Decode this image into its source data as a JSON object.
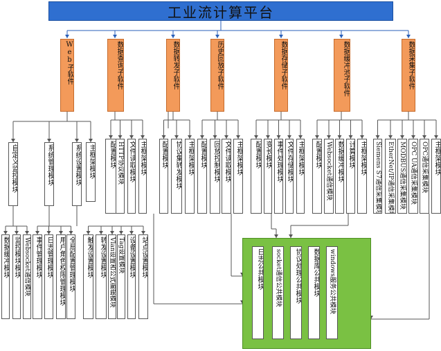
{
  "title": "工业流计算平台",
  "subsystems": [
    {
      "label": "Web子软件",
      "modules": [
        {
          "label": "自定义监控模块",
          "children": [
            "数据缓冲模块",
            "监控模块模块",
            "Websocket通信模块"
          ]
        },
        {
          "label": "系统管理模块",
          "children": [
            "事件管理模块",
            "日志管理模块",
            "用户角色权限管理模块",
            "全局配置管理模块"
          ]
        },
        {
          "label": "系统设置模块",
          "children": [
            "触发设置模块",
            "转发设置模块",
            "Vlan设置和公式编辑模块",
            "Tag设置模块",
            "设备设置模块",
            "站点设置模块"
          ]
        },
        {
          "label": "主框架模块",
          "children": []
        }
      ]
    },
    {
      "label": "数据查询子软件",
      "modules": [
        "配置模块",
        "HTTP协议模块",
        "文件读取模块",
        "主框架模块"
      ]
    },
    {
      "label": "数据转发子软件",
      "modules": [
        "配置模块",
        "协议集转发模块",
        "主框架模块"
      ]
    },
    {
      "label": "历史回放子软件",
      "modules": [
        "配置模块",
        "回放控制模块",
        "文件读取模块",
        "主框架模块"
      ]
    },
    {
      "label": "数据存储子软件",
      "modules": [
        "配置模块",
        "变长模块",
        "事件处理模块",
        "文件存储模块",
        "主框架模块"
      ]
    },
    {
      "label": "数据缓冲池子软件",
      "modules": [
        "配置模块",
        "Websocket通信模块",
        "数据缓冲模块",
        "计算模块",
        "主框架模块"
      ]
    },
    {
      "label": "数据采集子软件",
      "modules": [
        "Siemens S7通信采集模块",
        "EtherNet/IP通信采集模块",
        "MODBUS通信采集模块",
        "OPC UA通信采集模块",
        "OPC通信采集模块",
        "主框架模块"
      ]
    }
  ],
  "common": {
    "modules": [
      "日志公共模块",
      "socket通信公共模块",
      "协议处理公共模块",
      "数据库公共模块",
      "windows服务公共模块"
    ]
  }
}
